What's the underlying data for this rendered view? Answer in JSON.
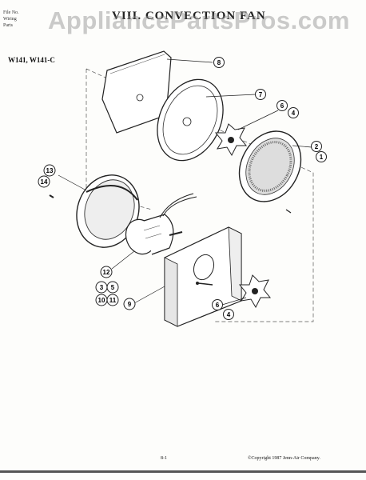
{
  "header": {
    "line1": "File No.",
    "line2": "Wiring",
    "line3": "Parts",
    "title": "VIII. CONVECTION FAN"
  },
  "watermark": "AppliancePartsPros.com",
  "model": "W141, W141-C",
  "callouts": {
    "c8": "8",
    "c7": "7",
    "c6a": "6",
    "c4a": "4",
    "c2": "2",
    "c1": "1",
    "c13": "13",
    "c14": "14",
    "c12": "12",
    "c3": "3",
    "c5": "5",
    "c10": "10",
    "c11": "11",
    "c9": "9",
    "c6b": "6",
    "c4b": "4"
  },
  "footer": {
    "page": "8-1",
    "copyright": "©Copyright 1987 Jenn-Air Company."
  }
}
